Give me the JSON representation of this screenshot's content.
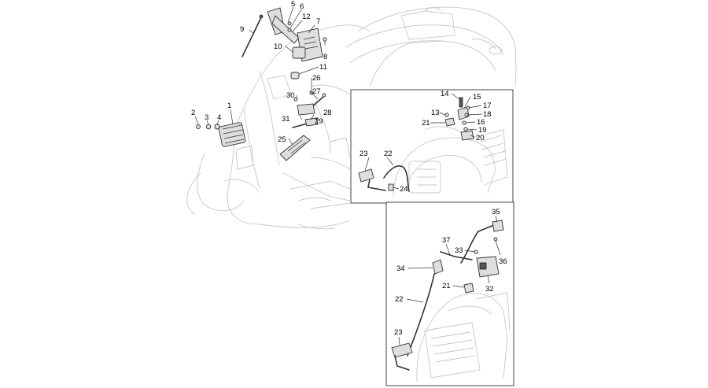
{
  "callouts": [
    {
      "id": "c1",
      "text": "1"
    },
    {
      "id": "c2",
      "text": "2"
    },
    {
      "id": "c3",
      "text": "3"
    },
    {
      "id": "c4",
      "text": "4"
    },
    {
      "id": "c5",
      "text": "5"
    },
    {
      "id": "c6",
      "text": "6"
    },
    {
      "id": "c7",
      "text": "7"
    },
    {
      "id": "c8",
      "text": "8"
    },
    {
      "id": "c9",
      "text": "9"
    },
    {
      "id": "c10",
      "text": "10"
    },
    {
      "id": "c11",
      "text": "11"
    },
    {
      "id": "c12",
      "text": "12"
    },
    {
      "id": "c13",
      "text": "13"
    },
    {
      "id": "c14",
      "text": "14"
    },
    {
      "id": "c15",
      "text": "15"
    },
    {
      "id": "c16",
      "text": "16"
    },
    {
      "id": "c17",
      "text": "17"
    },
    {
      "id": "c18",
      "text": "18"
    },
    {
      "id": "c19",
      "text": "19"
    },
    {
      "id": "c20",
      "text": "20"
    },
    {
      "id": "c21a",
      "text": "21"
    },
    {
      "id": "c22a",
      "text": "22"
    },
    {
      "id": "c23a",
      "text": "23"
    },
    {
      "id": "c24",
      "text": "24"
    },
    {
      "id": "c25",
      "text": "25"
    },
    {
      "id": "c26",
      "text": "26"
    },
    {
      "id": "c27",
      "text": "27"
    },
    {
      "id": "c28",
      "text": "28"
    },
    {
      "id": "c29",
      "text": "29"
    },
    {
      "id": "c30",
      "text": "30"
    },
    {
      "id": "c31",
      "text": "31"
    },
    {
      "id": "c32",
      "text": "32"
    },
    {
      "id": "c33",
      "text": "33"
    },
    {
      "id": "c34",
      "text": "34"
    },
    {
      "id": "c35",
      "text": "35"
    },
    {
      "id": "c36",
      "text": "36"
    },
    {
      "id": "c37",
      "text": "37"
    },
    {
      "id": "c21b",
      "text": "21"
    },
    {
      "id": "c22b",
      "text": "22"
    },
    {
      "id": "c23b",
      "text": "23"
    }
  ]
}
